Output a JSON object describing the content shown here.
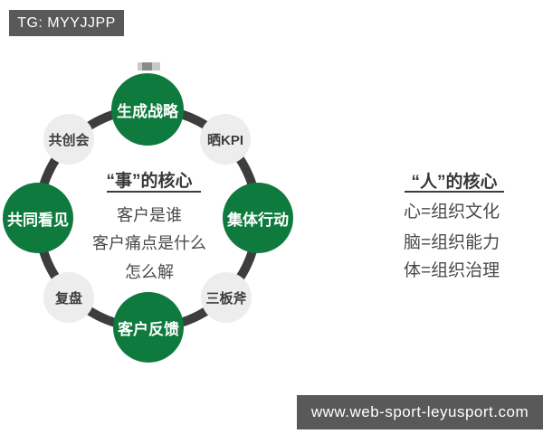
{
  "badge": {
    "text": "TG: MYYJJPP"
  },
  "diagram": {
    "nodes": [
      {
        "label": "生成战略",
        "type": "primary"
      },
      {
        "label": "晒KPI",
        "type": "secondary"
      },
      {
        "label": "集体行动",
        "type": "primary"
      },
      {
        "label": "三板斧",
        "type": "secondary"
      },
      {
        "label": "客户反馈",
        "type": "primary"
      },
      {
        "label": "复盘",
        "type": "secondary"
      },
      {
        "label": "共同看见",
        "type": "primary"
      },
      {
        "label": "共创会",
        "type": "secondary"
      }
    ],
    "center": {
      "title": "“事”的核心",
      "lines": [
        "客户是谁",
        "客户痛点是什么",
        "怎么解"
      ]
    }
  },
  "right_panel": {
    "title": "“人”的核心",
    "lines": [
      "心=组织文化",
      "脑=组织能力",
      "体=组织治理"
    ]
  },
  "footer": {
    "url": "www.web-sport-leyusport.com"
  },
  "colors": {
    "primary_green": "#0e7a3e",
    "node_gray": "#ededed",
    "connector_dark": "#3d3d3d",
    "banner_gray": "#595959",
    "text_dark": "#383838",
    "text_body": "#4a4a4a"
  }
}
